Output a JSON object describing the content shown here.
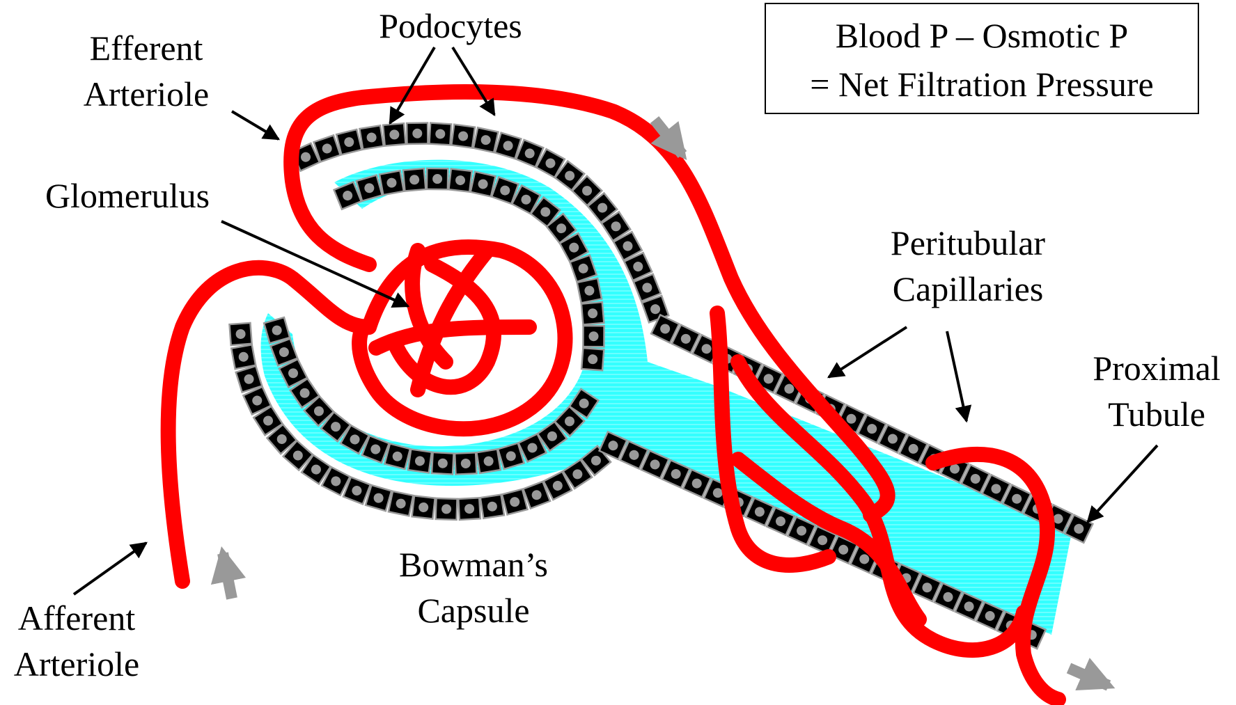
{
  "labels": {
    "podocytes": "Podocytes",
    "efferent": [
      "Efferent",
      "Arteriole"
    ],
    "glomerulus": "Glomerulus",
    "peritubular": [
      "Peritubular",
      "Capillaries"
    ],
    "proximal": [
      "Proximal",
      "Tubule"
    ],
    "bowmans": [
      "Bowman’s",
      "Capsule"
    ],
    "afferent": [
      "Afferent",
      "Arteriole"
    ]
  },
  "formula": {
    "line1": "Blood P – Osmotic P",
    "line2": "= Net Filtration Pressure"
  },
  "colors": {
    "vessel": "#ff0000",
    "filtrate": "#33ffff",
    "cell": "#000000",
    "cell_border": "#999999",
    "nucleus": "#999999",
    "flow_arrow": "#999999",
    "pointer_arrow": "#000000"
  },
  "icons": {
    "flow": "gray-flow-arrow",
    "pointer": "black-pointer-arrow"
  }
}
